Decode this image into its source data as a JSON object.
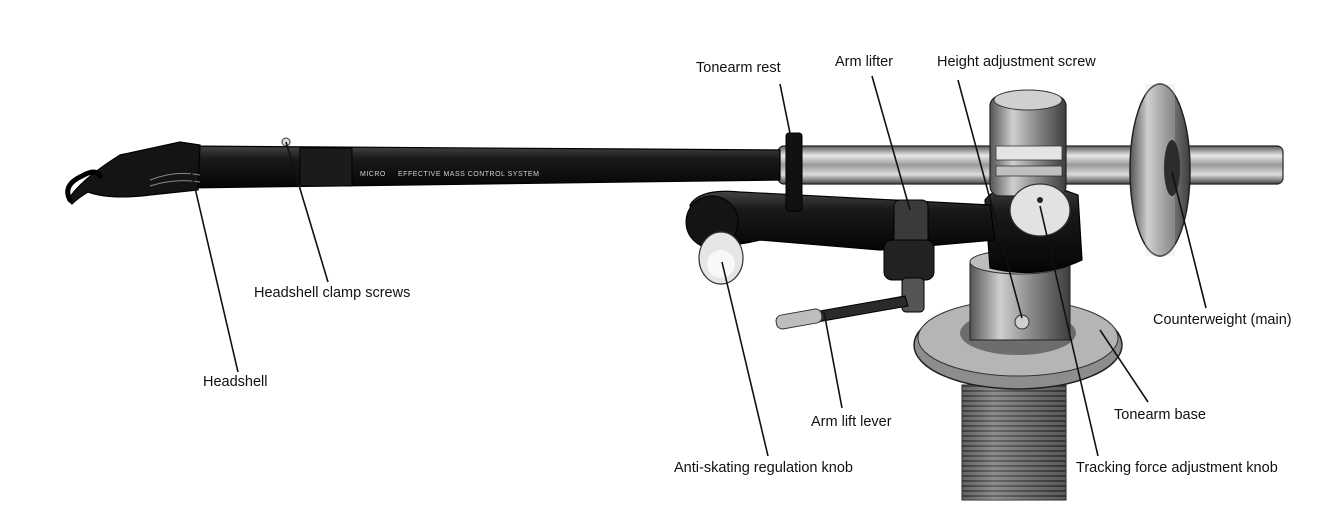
{
  "labels": {
    "tonearm_rest": "Tonearm rest",
    "arm_lifter": "Arm lifter",
    "height_adjustment_screw": "Height adjustment screw",
    "headshell_clamp_screws": "Headshell clamp screws",
    "headshell": "Headshell",
    "counterweight_main": "Counterweight (main)",
    "arm_lift_lever": "Arm lift lever",
    "tonearm_base": "Tonearm base",
    "anti_skating_knob": "Anti-skating regulation knob",
    "tracking_force_knob": "Tracking force adjustment knob"
  },
  "arm_tube_text": {
    "brand": "MICRO",
    "caption": "EFFECTIVE  MASS  CONTROL  SYSTEM"
  }
}
